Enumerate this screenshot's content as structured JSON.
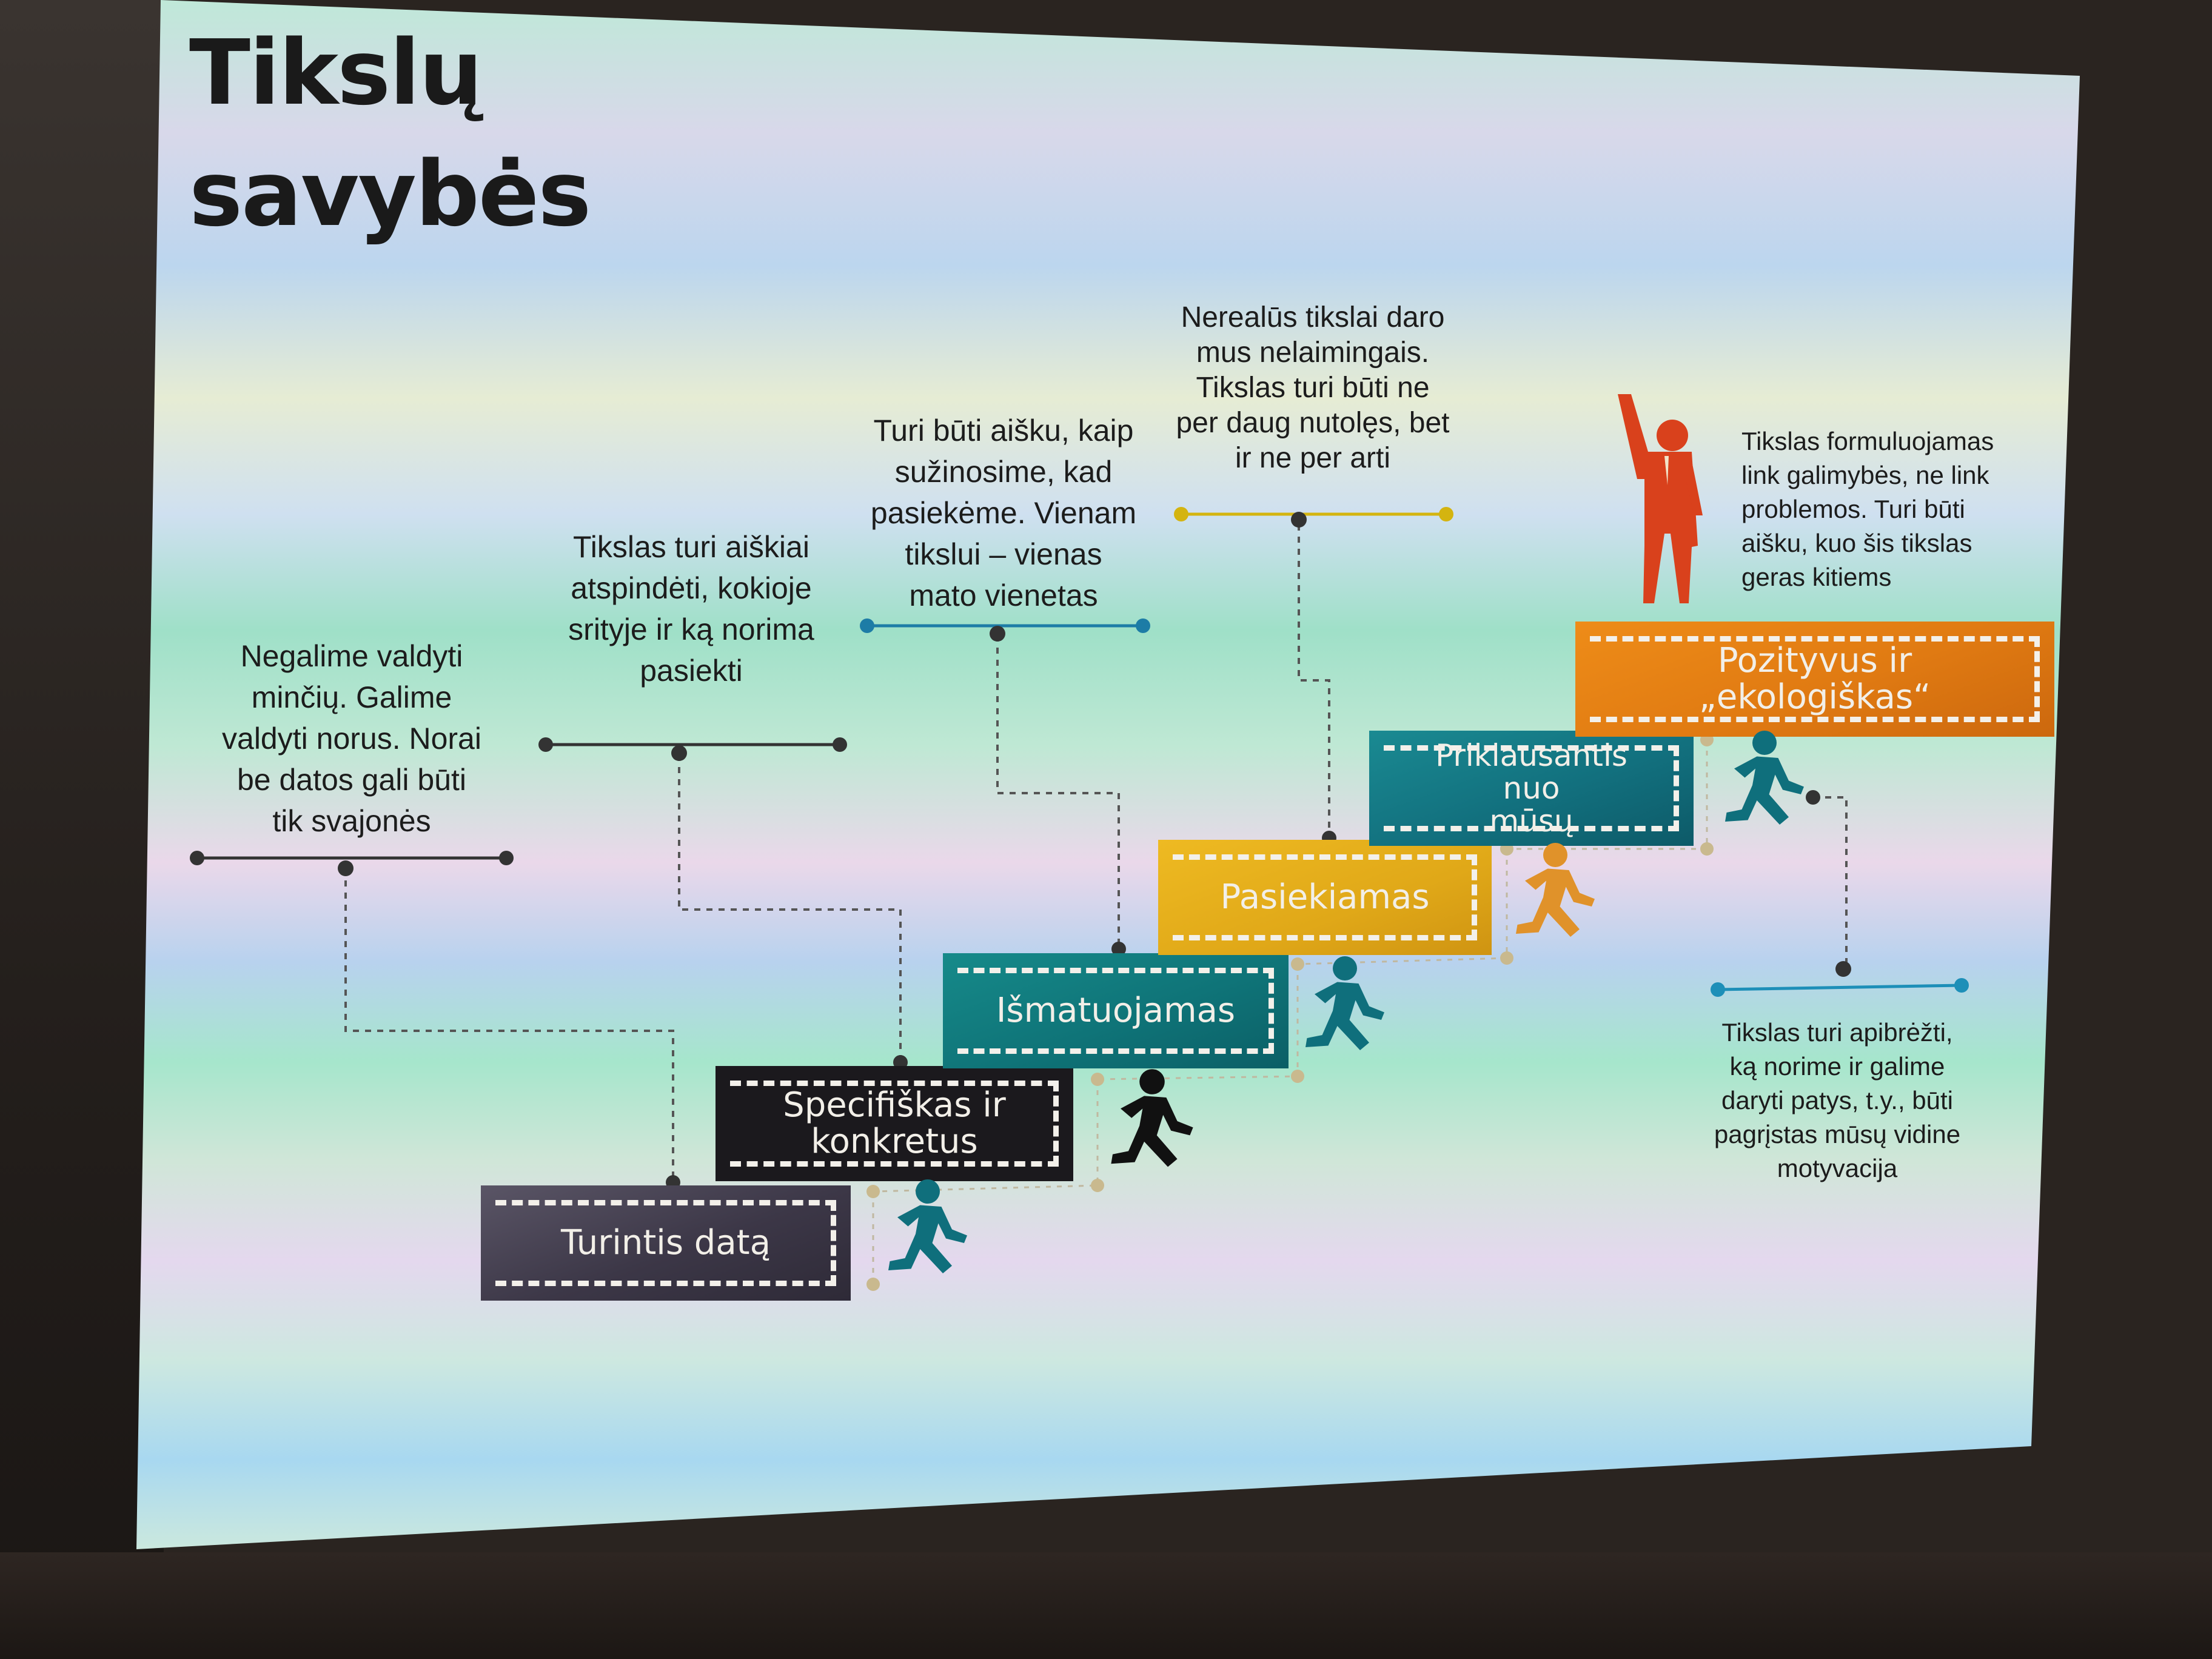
{
  "title": "Tikslų\nsavybės",
  "colors": {
    "step_1": "#4a4456",
    "step_2": "#1c1a1e",
    "step_3": "#0f7b7e",
    "step_4": "#e3ae1c",
    "step_5": "#12707e",
    "step_6": "#e67d12",
    "figure_red": "#d9411c",
    "runner_teal": "#0f6f7c",
    "runner_orange": "#e0922a",
    "runner_black": "#111111"
  },
  "steps": [
    {
      "label": "Turintis datą"
    },
    {
      "label": "Specifiškas ir\nkonkretus"
    },
    {
      "label": "Išmatuojamas"
    },
    {
      "label": "Pasiekiamas"
    },
    {
      "label": "Priklausantis\nnuo\nmūsų"
    },
    {
      "label": "Pozityvus ir\n„ekologiškas“"
    }
  ],
  "notes": [
    {
      "text": "Negalime valdyti\nminčių. Galime\nvaldyti norus. Norai\nbe datos  gali būti\ntik svajonės"
    },
    {
      "text": "Tikslas turi aiškiai\natspindėti, kokioje\nsrityje ir ką norima\npasiekti"
    },
    {
      "text": "Turi būti aišku, kaip\nsužinosime, kad\npasiekėme. Vienam\ntikslui – vienas\nmato vienetas"
    },
    {
      "text": "Nerealūs tikslai daro\nmus nelaimingais.\nTikslas turi būti ne\nper daug nutolęs, bet\nir ne per arti"
    },
    {
      "text": "Tikslas formuluojamas\nlink galimybės, ne link\nproblemos.  Turi  būti\naišku,  kuo  šis  tikslas\ngeras kitiems"
    },
    {
      "text": "Tikslas  turi apibrėžti,\nką norime ir galime\ndaryti patys, t.y., būti\npagrįstas mūsų vidine\nmotyvacija"
    }
  ]
}
